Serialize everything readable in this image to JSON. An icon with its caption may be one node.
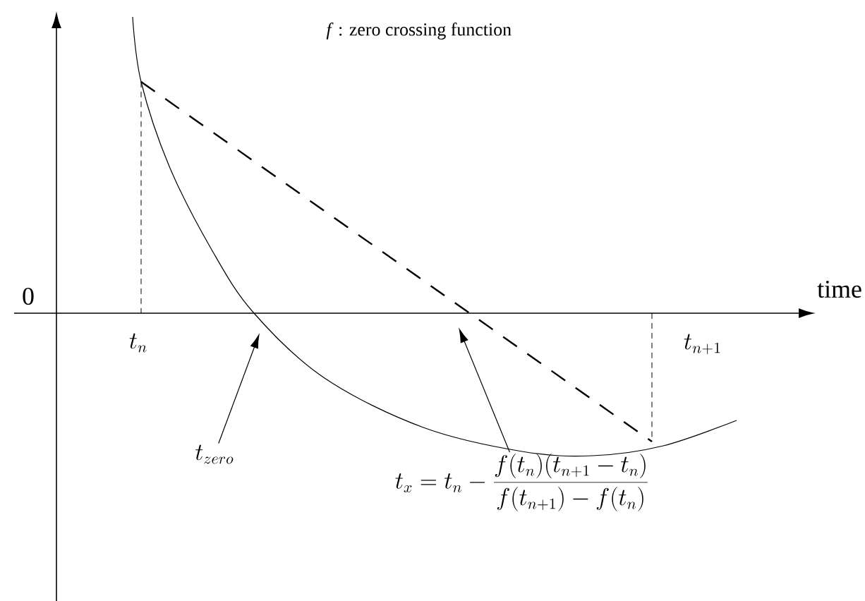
{
  "diagram": {
    "nodes": [
      {
        "text": [
          "t_{zero}"
        ]
      },
      {
        "text": [
          "t_x = t_n - \\frac{f(t_n)(t_{n+1}-t_n)}{f(t_{n+1})-f(t_n)}"
        ]
      }
    ],
    "edges": [
      {
        "from": 0,
        "to": null,
        "arrow": "to"
      },
      {
        "from": 1,
        "to": null,
        "arrow": "to"
      }
    ],
    "labels": [
      "*f* : zero crossing function",
      "0",
      "time",
      "t_n",
      "t_{n+1}"
    ]
  }
}
